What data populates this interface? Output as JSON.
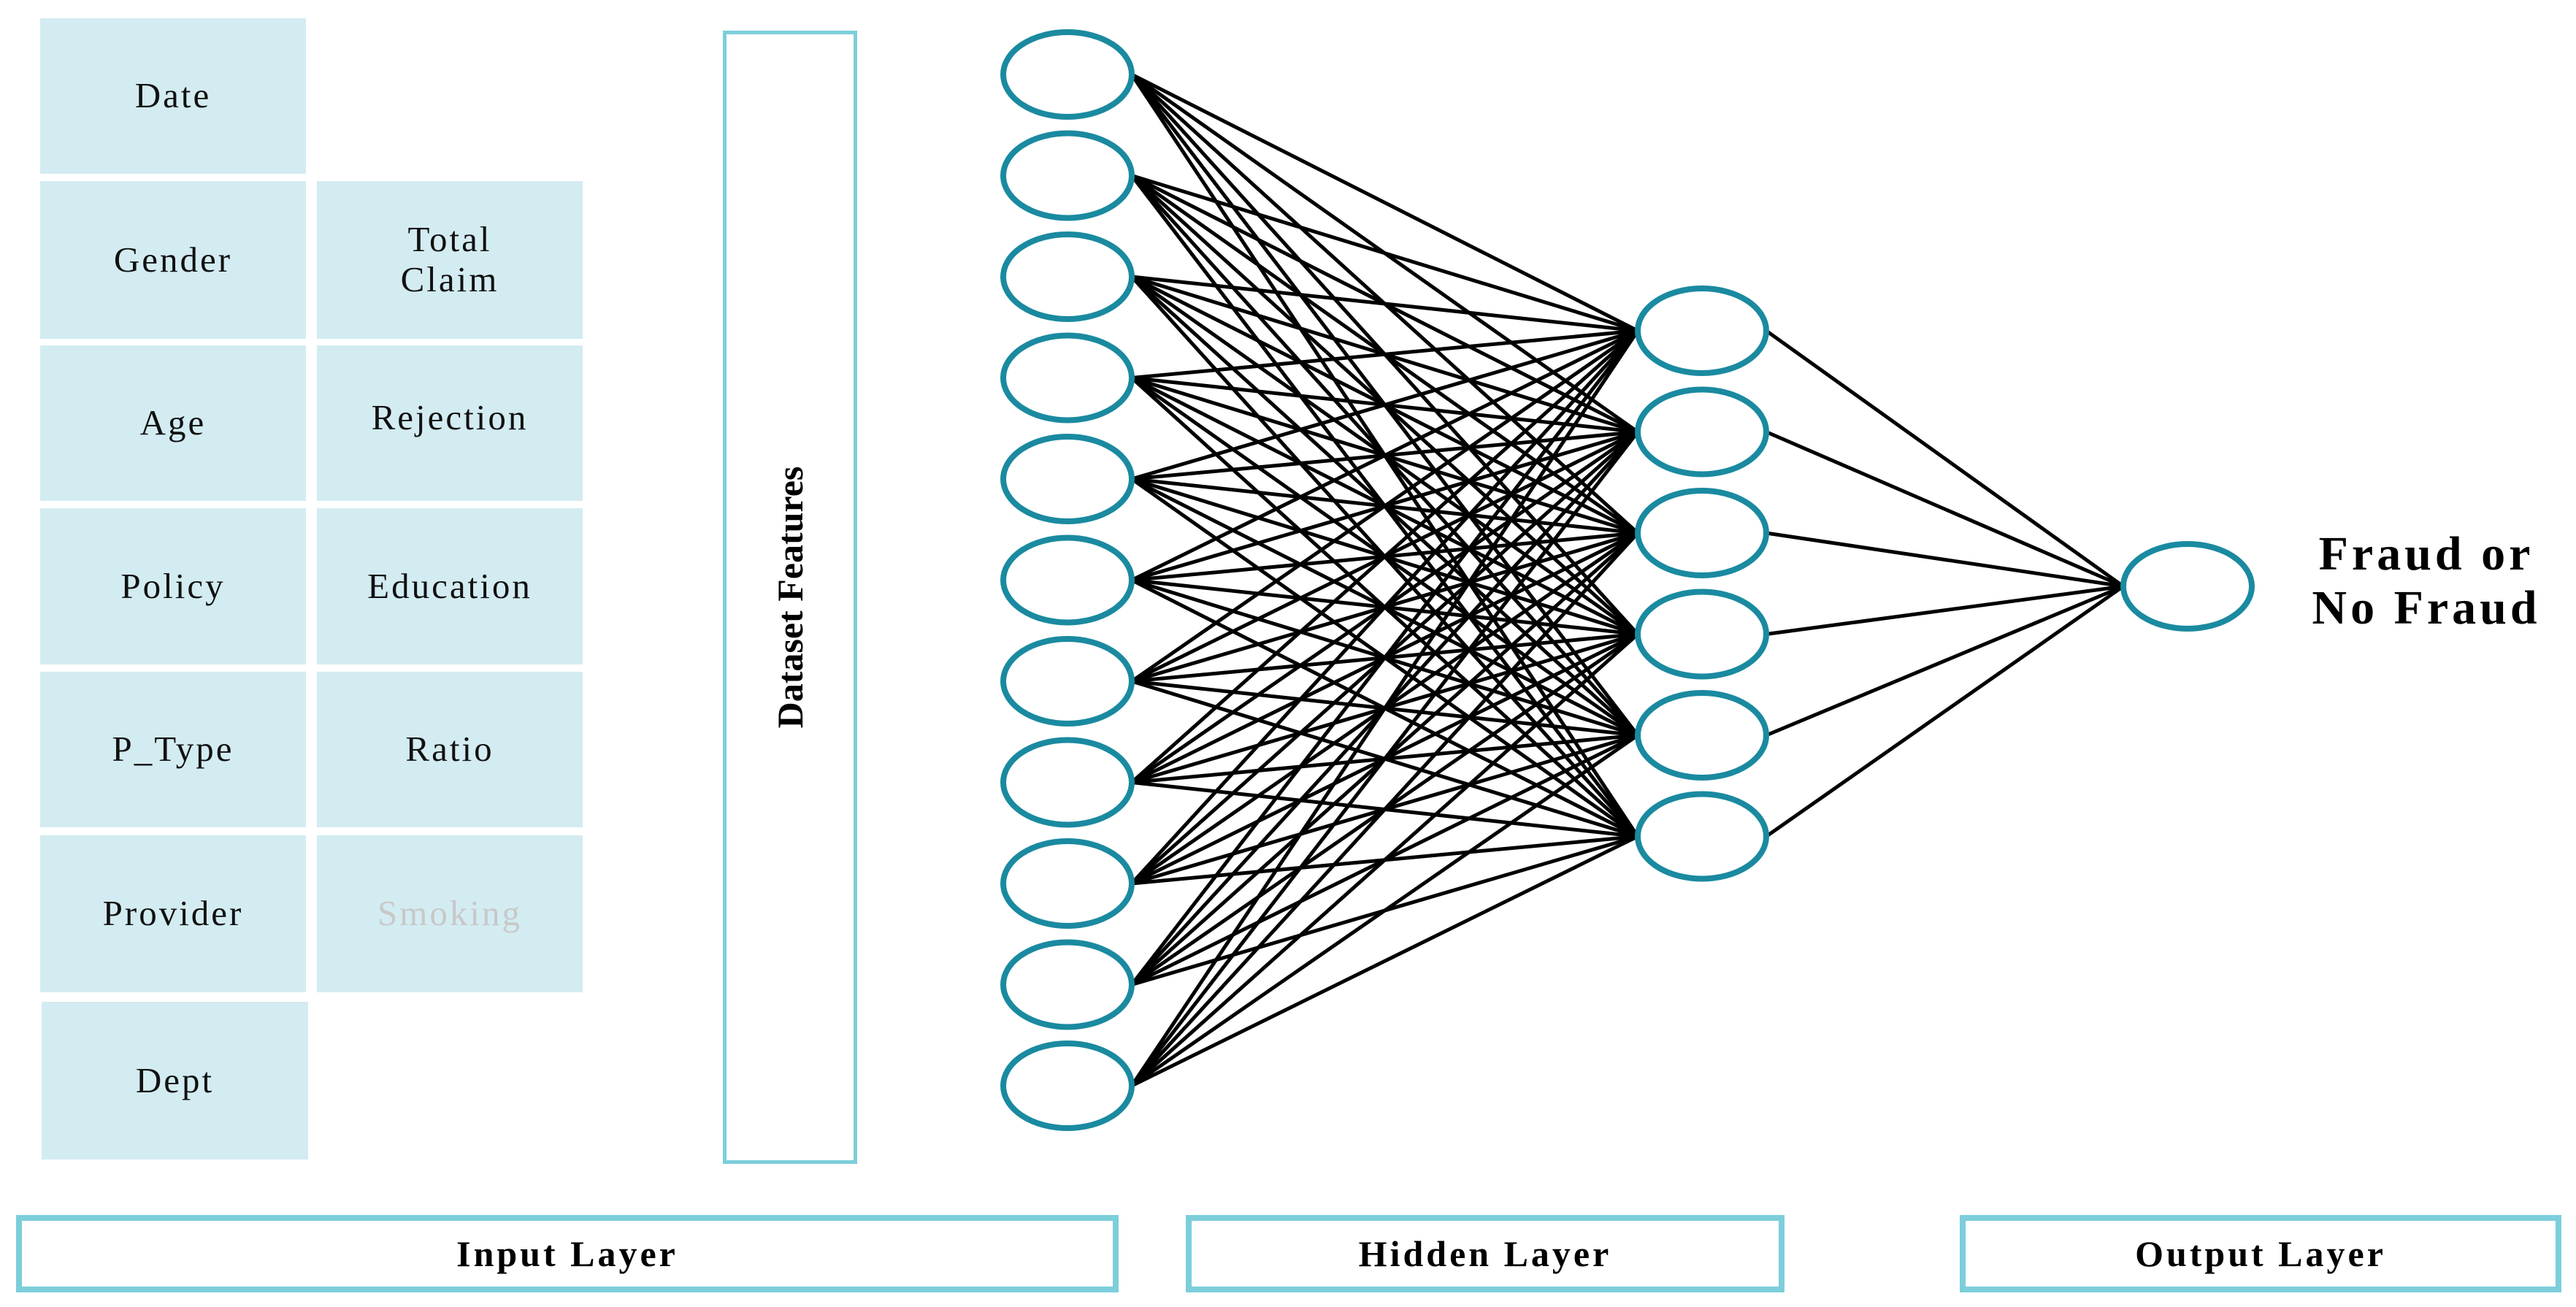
{
  "input_features": {
    "date": "Date",
    "gender": "Gender",
    "age": "Age",
    "policy": "Policy",
    "p_type": "P_Type",
    "provider": "Provider",
    "dept": "Dept",
    "total_claim_line1": "Total",
    "total_claim_line2": "Claim",
    "rejection": "Rejection",
    "education": "Education",
    "ratio": "Ratio",
    "smoking": "Smoking"
  },
  "dataset_features_label": "Dataset Features",
  "network": {
    "input_nodes": 11,
    "hidden_nodes": 6,
    "output_nodes": 1,
    "node_stroke_color": "#1a8aa0",
    "edge_color": "#000000"
  },
  "output_label": {
    "line1": "Fraud or",
    "line2": "No Fraud"
  },
  "layers": {
    "input": "Input Layer",
    "hidden": "Hidden Layer",
    "output": "Output Layer"
  }
}
